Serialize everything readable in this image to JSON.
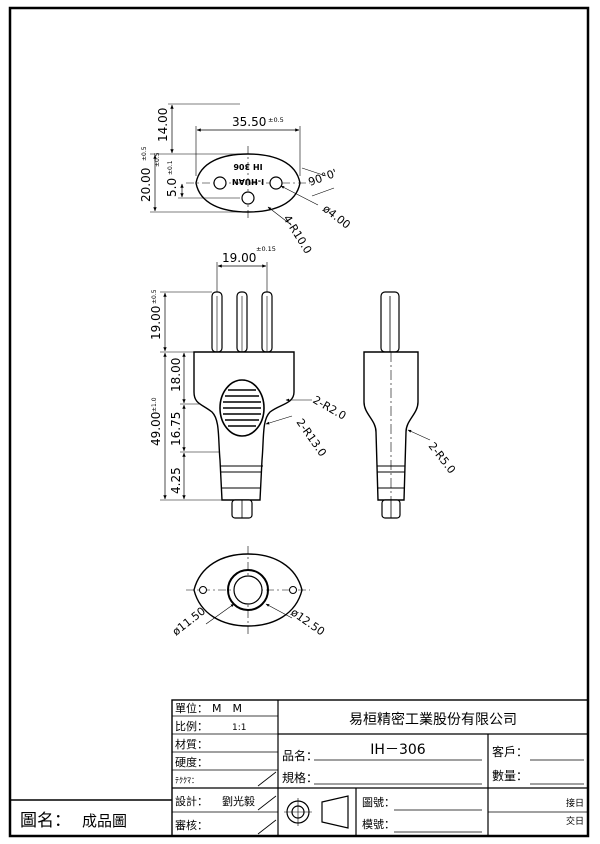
{
  "drawing": {
    "top_view": {
      "dim_width": "35.50",
      "tol_width": "±0.5",
      "dim_top": "14.00",
      "tol_top": "±0.5",
      "dim_height": "20.00",
      "tol_height": "±0.5",
      "dim_offset": "5.0",
      "tol_offset": "±0.1",
      "angle": "90°0'",
      "hole_diameter": "ø4.00",
      "corner_radius": "4-R10.0",
      "label_line1": "IH 306",
      "label_line2": "I-HUAN"
    },
    "front_view": {
      "dim_pin_spacing": "19.00",
      "tol_pin_spacing": "±0.15",
      "dim_pin_length": "19.00",
      "tol_pin_length": "±0.5",
      "dim_total": "49.00",
      "tol_total": "±1.0",
      "dim_body": "18.00",
      "dim_neck": "16.75",
      "dim_tail": "4.25",
      "radius_a": "2-R2.0",
      "radius_b": "2-R13.0"
    },
    "side_view": {
      "radius": "2-R5.0"
    },
    "bottom_view": {
      "inner_diameter": "ø11.50",
      "outer_diameter": "ø12.50"
    }
  },
  "title_block": {
    "unit_label": "單位：",
    "unit_value": "M　M",
    "scale_label": "比例：",
    "scale_value": "1:1",
    "material_label": "材質：",
    "hardness_label": "硬度：",
    "katakana_label": "ﾃｸｸﾏ：",
    "design_label": "設計：",
    "designer": "劉光毅",
    "review_label": "審核：",
    "company": "易桓精密工業股份有限公司",
    "product_label": "品名：",
    "product_value": "IH－306",
    "spec_label": "規格：",
    "customer_label": "客戶：",
    "quantity_label": "數量：",
    "drawing_no_label": "圖號：",
    "mold_no_label": "模號：",
    "received_date": "接日",
    "delivery_date": "交日",
    "drawing_name_label": "圖名：",
    "drawing_name_value": "成品圖"
  }
}
